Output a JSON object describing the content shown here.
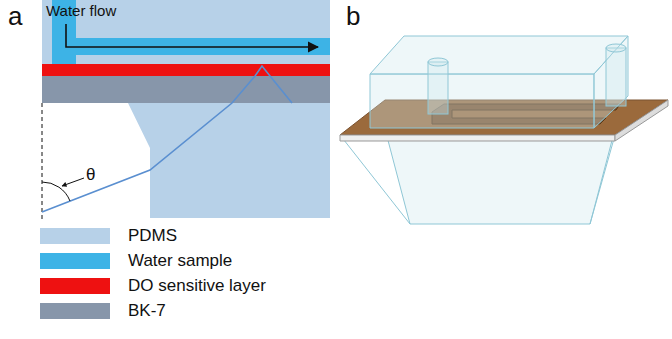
{
  "diagram": {
    "labels": [
      "a",
      "Water flow",
      "θ",
      "b"
    ],
    "legend": [
      {
        "text": "PDMS",
        "color": "#b7d1e8"
      },
      {
        "text": "Water sample",
        "color": "#3db3e6"
      },
      {
        "text": "DO sensitive layer",
        "color": "#ee1111"
      },
      {
        "text": "BK-7",
        "color": "#8796aa"
      }
    ]
  }
}
